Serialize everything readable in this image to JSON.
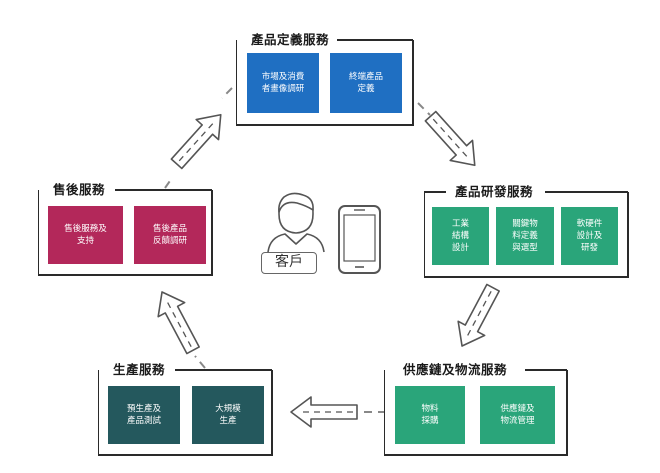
{
  "panels": {
    "product_definition": {
      "title": "產品定義服務",
      "boxes": [
        {
          "lines": [
            "市場及消費",
            "者畫像調研"
          ]
        },
        {
          "lines": [
            "終端產品",
            "定義"
          ]
        }
      ]
    },
    "product_rd": {
      "title": "產品研發服務",
      "boxes": [
        {
          "lines": [
            "工業",
            "結構",
            "設計"
          ]
        },
        {
          "lines": [
            "關鍵物",
            "料定義",
            "與選型"
          ]
        },
        {
          "lines": [
            "軟硬件",
            "設計及",
            "研發"
          ]
        }
      ]
    },
    "supply_chain": {
      "title": "供應鏈及物流服務",
      "boxes": [
        {
          "lines": [
            "物料",
            "採購"
          ]
        },
        {
          "lines": [
            "供應鏈及",
            "物流管理"
          ]
        }
      ]
    },
    "production": {
      "title": "生產服務",
      "boxes": [
        {
          "lines": [
            "預生產及",
            "產品測試"
          ]
        },
        {
          "lines": [
            "大規模",
            "生產"
          ]
        }
      ]
    },
    "after_sales": {
      "title": "售後服務",
      "boxes": [
        {
          "lines": [
            "售後服務及",
            "支持"
          ]
        },
        {
          "lines": [
            "售後產品",
            "反饋調研"
          ]
        }
      ]
    }
  },
  "center": {
    "label": "客戶",
    "icons": [
      "person-icon",
      "smartphone-icon"
    ]
  },
  "colors": {
    "blue": "#1f6fc2",
    "green": "#2aa57a",
    "teal": "#24585d",
    "red": "#b3285a"
  }
}
